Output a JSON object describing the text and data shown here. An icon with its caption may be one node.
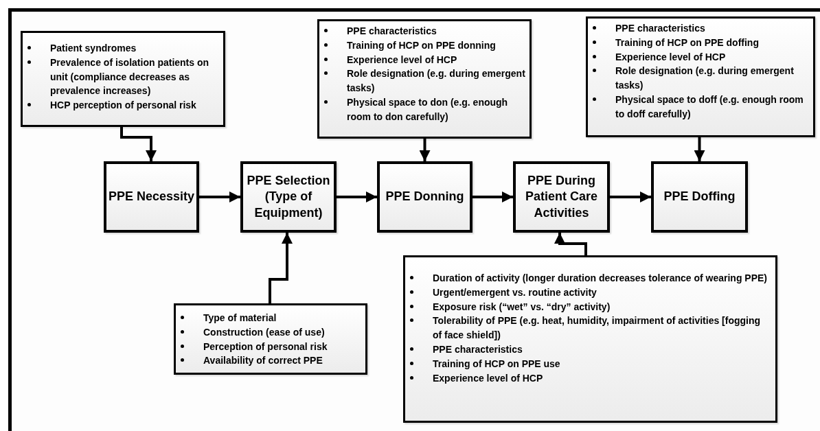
{
  "diagram": {
    "nodes": [
      {
        "text": [
          "Patient syndromes",
          "Prevalence of isolation patients on unit (compliance decreases as prevalence increases)",
          "HCP perception of personal risk"
        ]
      },
      {
        "text": [
          "PPE characteristics",
          "Training of HCP on PPE donning",
          "Experience level of HCP",
          "Role designation (e.g. during emergent tasks)",
          "Physical space to don (e.g. enough room to don carefully)"
        ]
      },
      {
        "text": [
          "PPE characteristics",
          "Training of HCP on PPE doffing",
          "Experience level of HCP",
          "Role designation (e.g. during emergent tasks)",
          "Physical space to doff (e.g. enough room to doff carefully)"
        ]
      },
      {
        "text": [
          "PPE Necessity"
        ]
      },
      {
        "text": [
          "PPE Selection (Type of Equipment)"
        ]
      },
      {
        "text": [
          "PPE Donning"
        ]
      },
      {
        "text": [
          "PPE During Patient Care Activities"
        ]
      },
      {
        "text": [
          "PPE Doffing"
        ]
      },
      {
        "text": [
          "Type of material",
          "Construction (ease of use)",
          "Perception of personal risk",
          "Availability of correct PPE"
        ]
      },
      {
        "text": [
          "Duration of activity (longer duration decreases tolerance of wearing PPE)",
          "Urgent/emergent vs. routine activity",
          "Exposure risk (“wet” vs. “dry” activity)",
          "Tolerability of PPE (e.g. heat, humidity, impairment of activities [fogging of face shield])",
          "PPE characteristics",
          "Training of HCP on PPE use",
          "Experience level of HCP"
        ]
      }
    ],
    "edges": [
      {
        "from": 0,
        "to": 3,
        "arrow": "to"
      },
      {
        "from": 1,
        "to": 5,
        "arrow": "to"
      },
      {
        "from": 2,
        "to": 7,
        "arrow": "to"
      },
      {
        "from": 3,
        "to": 4,
        "arrow": "to"
      },
      {
        "from": 4,
        "to": 5,
        "arrow": "to"
      },
      {
        "from": 5,
        "to": 6,
        "arrow": "to"
      },
      {
        "from": 6,
        "to": 7,
        "arrow": "to"
      },
      {
        "from": 8,
        "to": 4,
        "arrow": "to"
      },
      {
        "from": 9,
        "to": 6,
        "arrow": "to"
      }
    ]
  }
}
